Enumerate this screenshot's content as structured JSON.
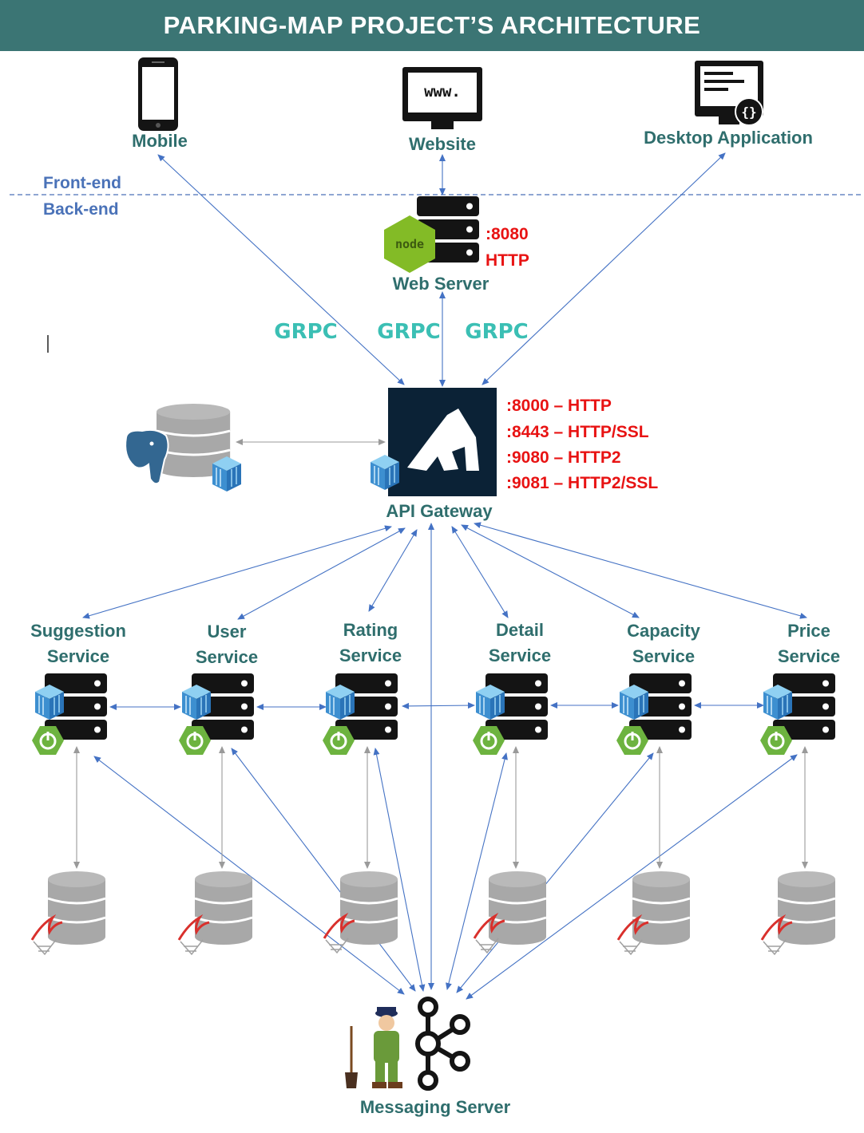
{
  "title": "PARKING-MAP PROJECT’S ARCHITECTURE",
  "clients": {
    "mobile": "Mobile",
    "website": "Website",
    "website_screen_text": "www.",
    "desktop": "Desktop Application"
  },
  "tiers": {
    "front": "Front-end",
    "back": "Back-end"
  },
  "web_server": {
    "label": "Web Server",
    "port": ":8080",
    "protocol": "HTTP",
    "badge": "node"
  },
  "grpc": [
    "GRPC",
    "GRPC",
    "GRPC"
  ],
  "gateway": {
    "label": "API Gateway",
    "ports": [
      ":8000 – HTTP",
      ":8443 – HTTP/SSL",
      ":9080 – HTTP2",
      ":9081 – HTTP2/SSL"
    ]
  },
  "services": [
    {
      "line1": "Suggestion",
      "line2": "Service"
    },
    {
      "line1": "User",
      "line2": "Service"
    },
    {
      "line1": "Rating",
      "line2": "Service"
    },
    {
      "line1": "Detail",
      "line2": "Service"
    },
    {
      "line1": "Capacity",
      "line2": "Service"
    },
    {
      "line1": "Price",
      "line2": "Service"
    }
  ],
  "messaging": {
    "label": "Messaging Server"
  },
  "colors": {
    "header": "#3b7574",
    "label_teal": "#2f6e6d",
    "tier_blue": "#4a72b8",
    "port_red": "#e81313",
    "grpc": "#3bbfb4",
    "arrow": "#4472c4"
  }
}
